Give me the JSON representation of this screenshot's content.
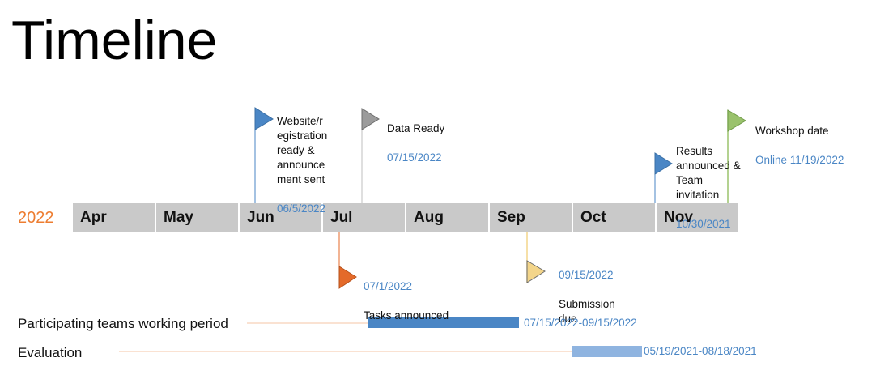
{
  "title": "Timeline",
  "year": "2022",
  "months": [
    "Apr",
    "May",
    "Jun",
    "Jul",
    "Aug",
    "Sep",
    "Oct",
    "Nov"
  ],
  "colors": {
    "blue": "#4a86c5",
    "gray": "#9b9b9b",
    "orange": "#e46a2a",
    "yellow": "#f3d58a",
    "green": "#9ac26c",
    "year": "#ed7d31",
    "bar_working": "#4a86c5",
    "bar_eval": "#8fb4e0",
    "month_fill": "#c9c9c9"
  },
  "milestones": {
    "website": {
      "label": "Website/r\negistration\nready &\nannounce\nment sent",
      "date": "06/5/2022"
    },
    "data_ready": {
      "label": "Data Ready",
      "date": "07/15/2022"
    },
    "results": {
      "label": "Results\nannounced &\nTeam\ninvitation",
      "date": "10/30/2021"
    },
    "workshop": {
      "label": "Workshop date",
      "date": "Online 11/19/2022"
    },
    "tasks": {
      "date": "07/1/2022",
      "label": "Tasks announced"
    },
    "submission": {
      "date": "09/15/2022",
      "label": "Submission\ndue"
    }
  },
  "rows": {
    "working": {
      "label": "Participating teams working period",
      "range": "07/15/2022-09/15/2022"
    },
    "evaluation": {
      "label": "Evaluation",
      "range": "05/19/2021-08/18/2021"
    }
  }
}
